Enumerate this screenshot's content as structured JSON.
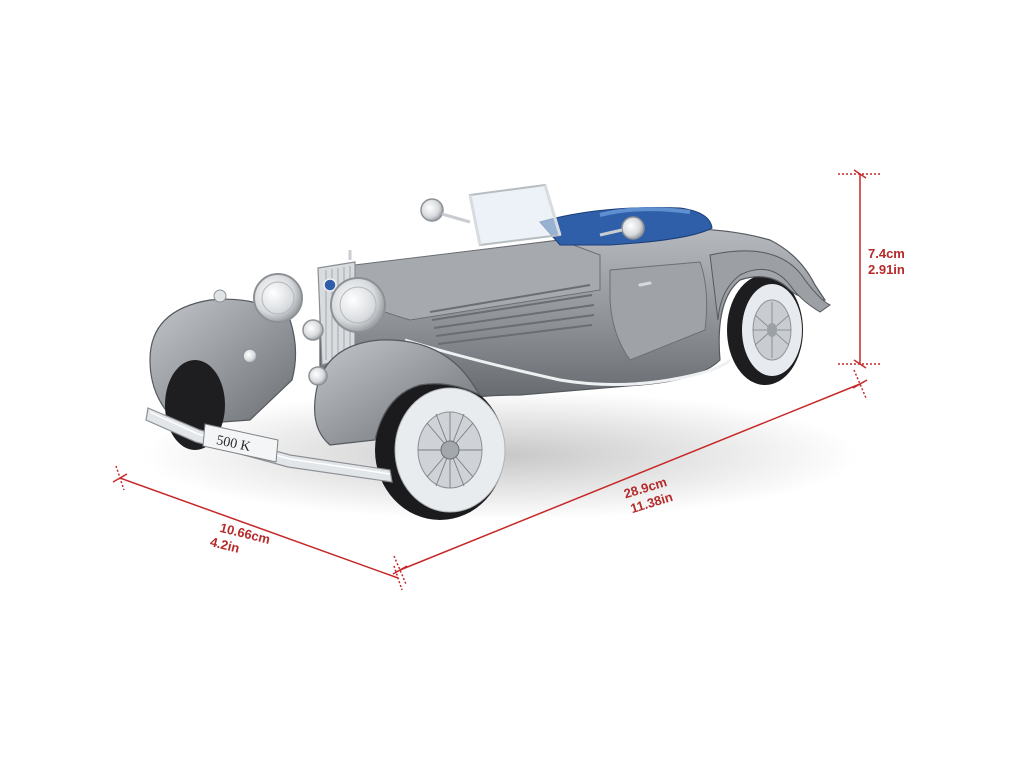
{
  "product": {
    "plate_text": "500 K"
  },
  "dimensions": {
    "height": {
      "metric": "7.4cm",
      "imperial": "2.91in"
    },
    "length": {
      "metric": "28.9cm",
      "imperial": "11.38in"
    },
    "width": {
      "metric": "10.66cm",
      "imperial": "4.2in"
    }
  },
  "colors": {
    "dimension_line": "#c62828",
    "car_body": "#8e9297",
    "interior": "#2f5fa8",
    "chrome": "#e6e8ea"
  }
}
